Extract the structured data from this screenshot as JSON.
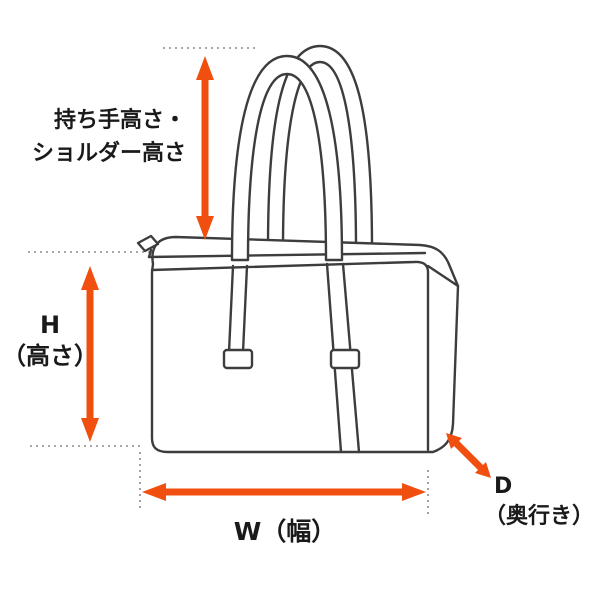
{
  "diagram": {
    "type": "bag-dimension-diagram",
    "labels": {
      "handle_height": {
        "line1": "持ち手高さ・",
        "line2": "ショルダー高さ"
      },
      "height": {
        "line1": "H",
        "line2": "（高さ）"
      },
      "width": "W（幅）",
      "depth": {
        "line1": "D",
        "line2": "（奥行き）"
      }
    },
    "colors": {
      "arrow": "#F04F0F",
      "outline": "#3d3d3d",
      "guide": "#8a8a8a",
      "text": "#1a1a1a"
    }
  }
}
